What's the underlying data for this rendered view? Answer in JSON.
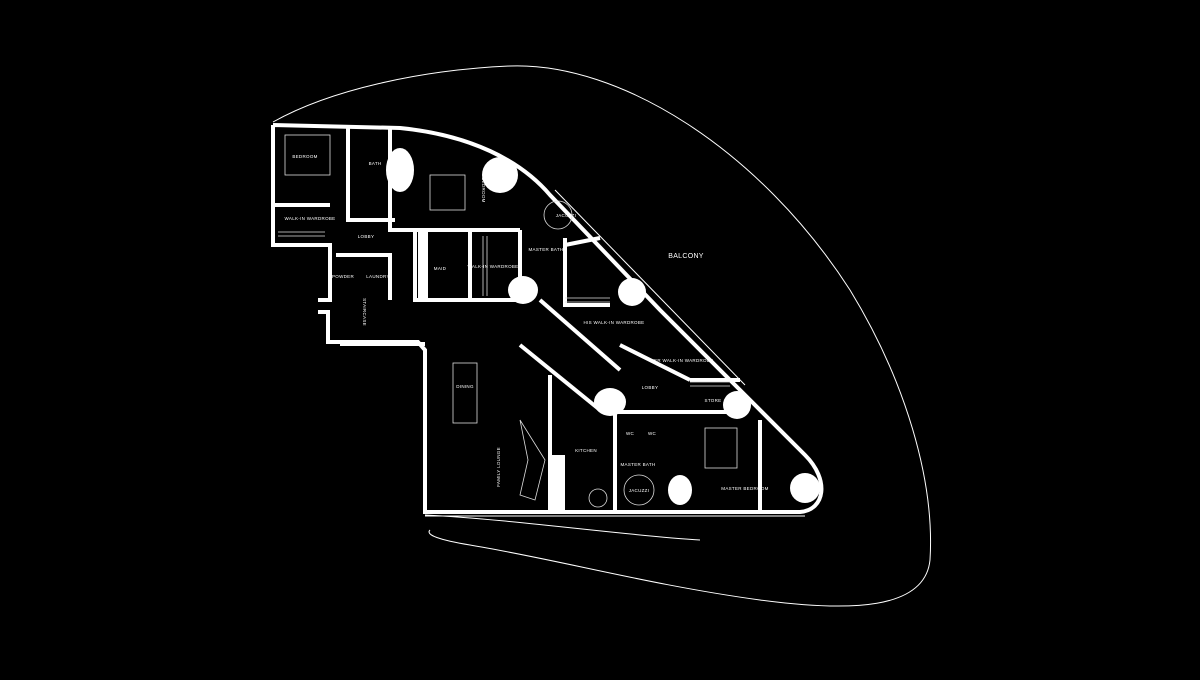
{
  "plan": {
    "rooms": {
      "bedroom_1": "BEDROOM",
      "bath": "BATH",
      "bedroom_2": "BEDROOM",
      "walk_in_wardrobe_1": "WALK-IN WARDROBE",
      "lobby_1": "LOBBY",
      "powder": "POWDER",
      "laundry": "LAUNDRY",
      "maid": "MAID",
      "walk_in_wardrobe_2": "WALK-IN WARDROBE",
      "staircase": "STAIRCASE",
      "jacuzzi_1": "JACUZZI",
      "master_bath_1": "MASTER BATH",
      "his_walk_in_wardrobe": "HIS WALK-IN WARDROBE",
      "her_walk_in_wardrobe": "HER WALK-IN WARDROBE",
      "balcony": "BALCONY",
      "lobby_2": "LOBBY",
      "store": "STORE",
      "dining": "DINING",
      "family_lounge": "FAMILY LOUNGE",
      "kitchen": "KITCHEN",
      "wc_1": "WC",
      "wc_2": "WC",
      "master_bath_2": "MASTER BATH",
      "jacuzzi_2": "JACUZZI",
      "master_bedroom": "MASTER BEDROOM"
    }
  }
}
